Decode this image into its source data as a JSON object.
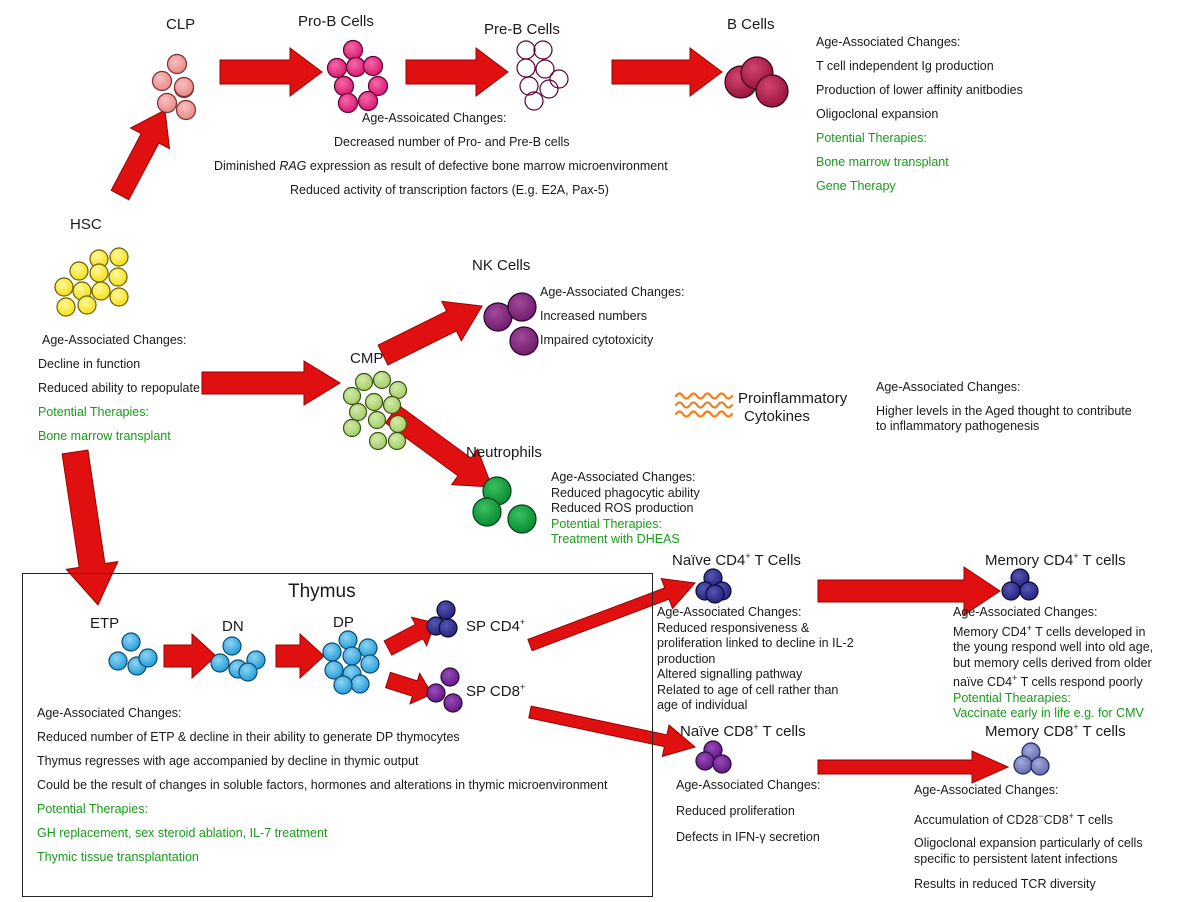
{
  "colors": {
    "arrow": "#e01010",
    "arrow_dark": "#9a0000",
    "hsc": "#f2e008",
    "clp": "#ee8f8f",
    "prob": "#e01e7a",
    "preb": "#d22a84",
    "bcell": "#a4123e",
    "cmp": "#a8cf6e",
    "nk": "#7a1f74",
    "neutrophil": "#0b9a3a",
    "thymocyte": "#2fa8e2",
    "cd4": "#2a2a8a",
    "cd8": "#6c1e8e",
    "memcd8": "#6e76b8",
    "cytokine": "#f08020",
    "therapy_text": "#1a9a1a"
  },
  "cells": {
    "clp": "CLP",
    "prob": "Pro-B Cells",
    "preb": "Pre-B Cells",
    "bcells": "B Cells",
    "hsc": "HSC",
    "nk": "NK Cells",
    "cmp": "CMP",
    "neutrophils": "Neutrophils",
    "etp": "ETP",
    "dn": "DN",
    "dp": "DP",
    "spcd4": "SP CD4",
    "spcd8": "SP CD8",
    "naive_cd4": "Naïve CD4",
    "naive_cd4_suffix": " T Cells",
    "naive_cd8": "Naïve CD8",
    "naive_cd8_suffix": " T cells",
    "mem_cd4": "Memory CD4",
    "mem_cd4_suffix": " T cells",
    "mem_cd8": "Memory CD8",
    "mem_cd8_suffix": " T cells",
    "plus": "+"
  },
  "thymus_title": "Thymus",
  "cytokines": {
    "line1": "Proinflammatory",
    "line2": "Cytokines"
  },
  "blocks": {
    "bcell": {
      "heading": "Age-Associated Changes:",
      "items": [
        "T cell independent Ig production",
        "Production of lower affinity anitbodies",
        "Oligoclonal expansion"
      ],
      "therapy_heading": "Potential Therapies:",
      "therapies": [
        "Bone marrow transplant",
        "Gene Therapy"
      ]
    },
    "bdev": {
      "heading": "Age-Assoicated Changes:",
      "line1": "Decreased number of Pro- and Pre-B cells",
      "line2_a": "Diminished ",
      "line2_b": "RAG",
      "line2_c": " expression as result of defective bone marrow microenvironment",
      "line3": "Reduced activity of transcription factors (E.g. E2A, Pax-5)"
    },
    "hsc": {
      "heading": "Age-Associated Changes:",
      "items": [
        "Decline in function",
        "Reduced ability to repopulate"
      ],
      "therapy_heading": "Potential Therapies:",
      "therapies": [
        "Bone marrow transplant"
      ]
    },
    "nk": {
      "heading": "Age-Associated Changes:",
      "items": [
        "Increased numbers",
        "Impaired cytotoxicity"
      ]
    },
    "cytokine": {
      "heading": "Age-Associated Changes:",
      "items": [
        "Higher levels in the Aged thought to contribute",
        "to inflammatory pathogenesis"
      ]
    },
    "neutro": {
      "heading": "Age-Associated Changes:",
      "items": [
        "Reduced phagocytic ability",
        "Reduced ROS production"
      ],
      "therapy_heading": "Potential Therapies:",
      "therapies": [
        "Treatment with DHEAS"
      ]
    },
    "naive_cd4": {
      "heading": "Age-Associated Changes:",
      "items": [
        "Reduced responsiveness &",
        "proliferation linked to decline in IL-2",
        "production",
        "Altered signalling pathway",
        "Related to age of cell rather than",
        "age of individual"
      ]
    },
    "mem_cd4": {
      "heading": "Age-Associated Changes:",
      "items_a": "Memory CD4",
      "items_b": " T cells developed in",
      "items": [
        "the young respond well into old age,",
        "but memory cells derived from older"
      ],
      "item_last_a": "naïve CD4",
      "item_last_b": " T cells respond poorly",
      "therapy_heading": "Potential Thearapies:",
      "therapies": [
        "Vaccinate early in life e.g. for CMV"
      ]
    },
    "thymus": {
      "heading": "Age-Associated Changes:",
      "items": [
        "Reduced number of ETP & decline in their ability to generate DP thymocytes",
        "Thymus regresses with age accompanied by decline in thymic output",
        "Could be the result of changes in soluble factors, hormones and alterations in thymic microenvironment"
      ],
      "therapy_heading": "Potential Therapies:",
      "therapies": [
        "GH replacement, sex steroid ablation, IL-7 treatment",
        "Thymic tissue transplantation"
      ]
    },
    "naive_cd8": {
      "heading": "Age-Associated Changes:",
      "items": [
        "Reduced proliferation",
        "Defects in IFN-γ secretion"
      ]
    },
    "mem_cd8": {
      "heading": "Age-Associated Changes:",
      "item1_a": "Accumulation of CD28",
      "item1_sup": "−",
      "item1_b": "CD8",
      "item1_c": " T cells",
      "items": [
        "Oligoclonal expansion particularly of cells",
        "specific to persistent latent infections",
        "Results in reduced TCR diversity"
      ]
    }
  }
}
